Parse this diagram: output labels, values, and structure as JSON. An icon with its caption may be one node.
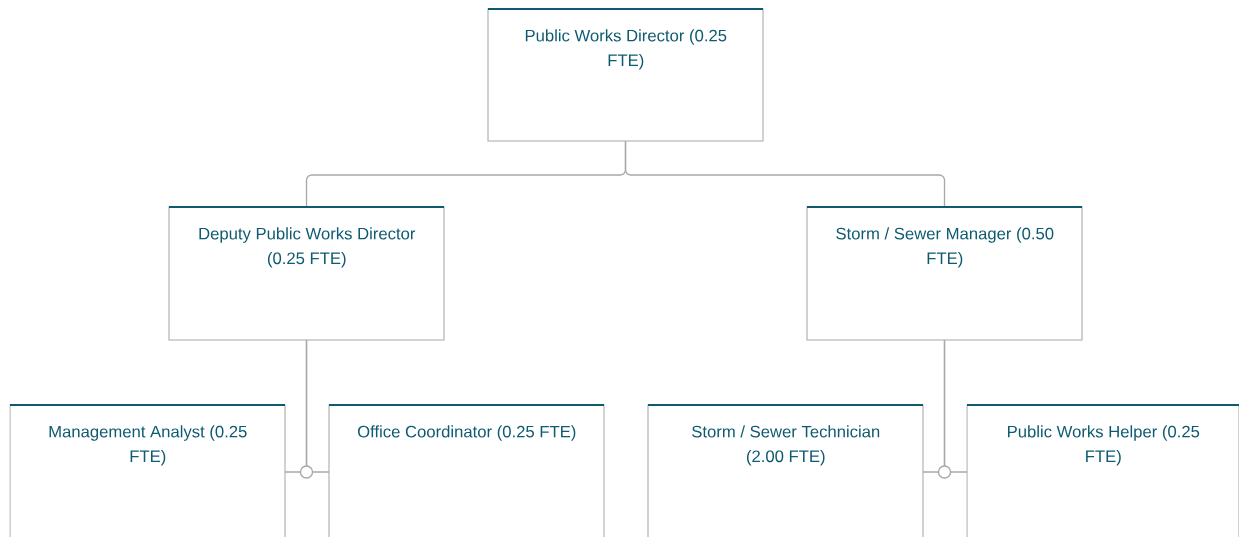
{
  "diagram": {
    "nodes": [
      {
        "text": [
          "Public Works Director (0.25 FTE)"
        ]
      },
      {
        "text": [
          "Deputy Public Works Director (0.25 FTE)"
        ]
      },
      {
        "text": [
          "Storm / Sewer Manager (0.50 FTE)"
        ]
      },
      {
        "text": [
          "Management Analyst (0.25 FTE)"
        ]
      },
      {
        "text": [
          "Office Coordinator (0.25 FTE)"
        ]
      },
      {
        "text": [
          "Storm / Sewer Technician (2.00 FTE)"
        ]
      },
      {
        "text": [
          "Public Works Helper (0.25 FTE)"
        ]
      }
    ],
    "edges": [
      {
        "from": 0,
        "to": 1,
        "arrow": "none"
      },
      {
        "from": 0,
        "to": 2,
        "arrow": "none"
      },
      {
        "from": 1,
        "to": 3,
        "arrow": "none"
      },
      {
        "from": 1,
        "to": 4,
        "arrow": "none"
      },
      {
        "from": 2,
        "to": 5,
        "arrow": "none"
      },
      {
        "from": 2,
        "to": 6,
        "arrow": "none"
      }
    ]
  }
}
